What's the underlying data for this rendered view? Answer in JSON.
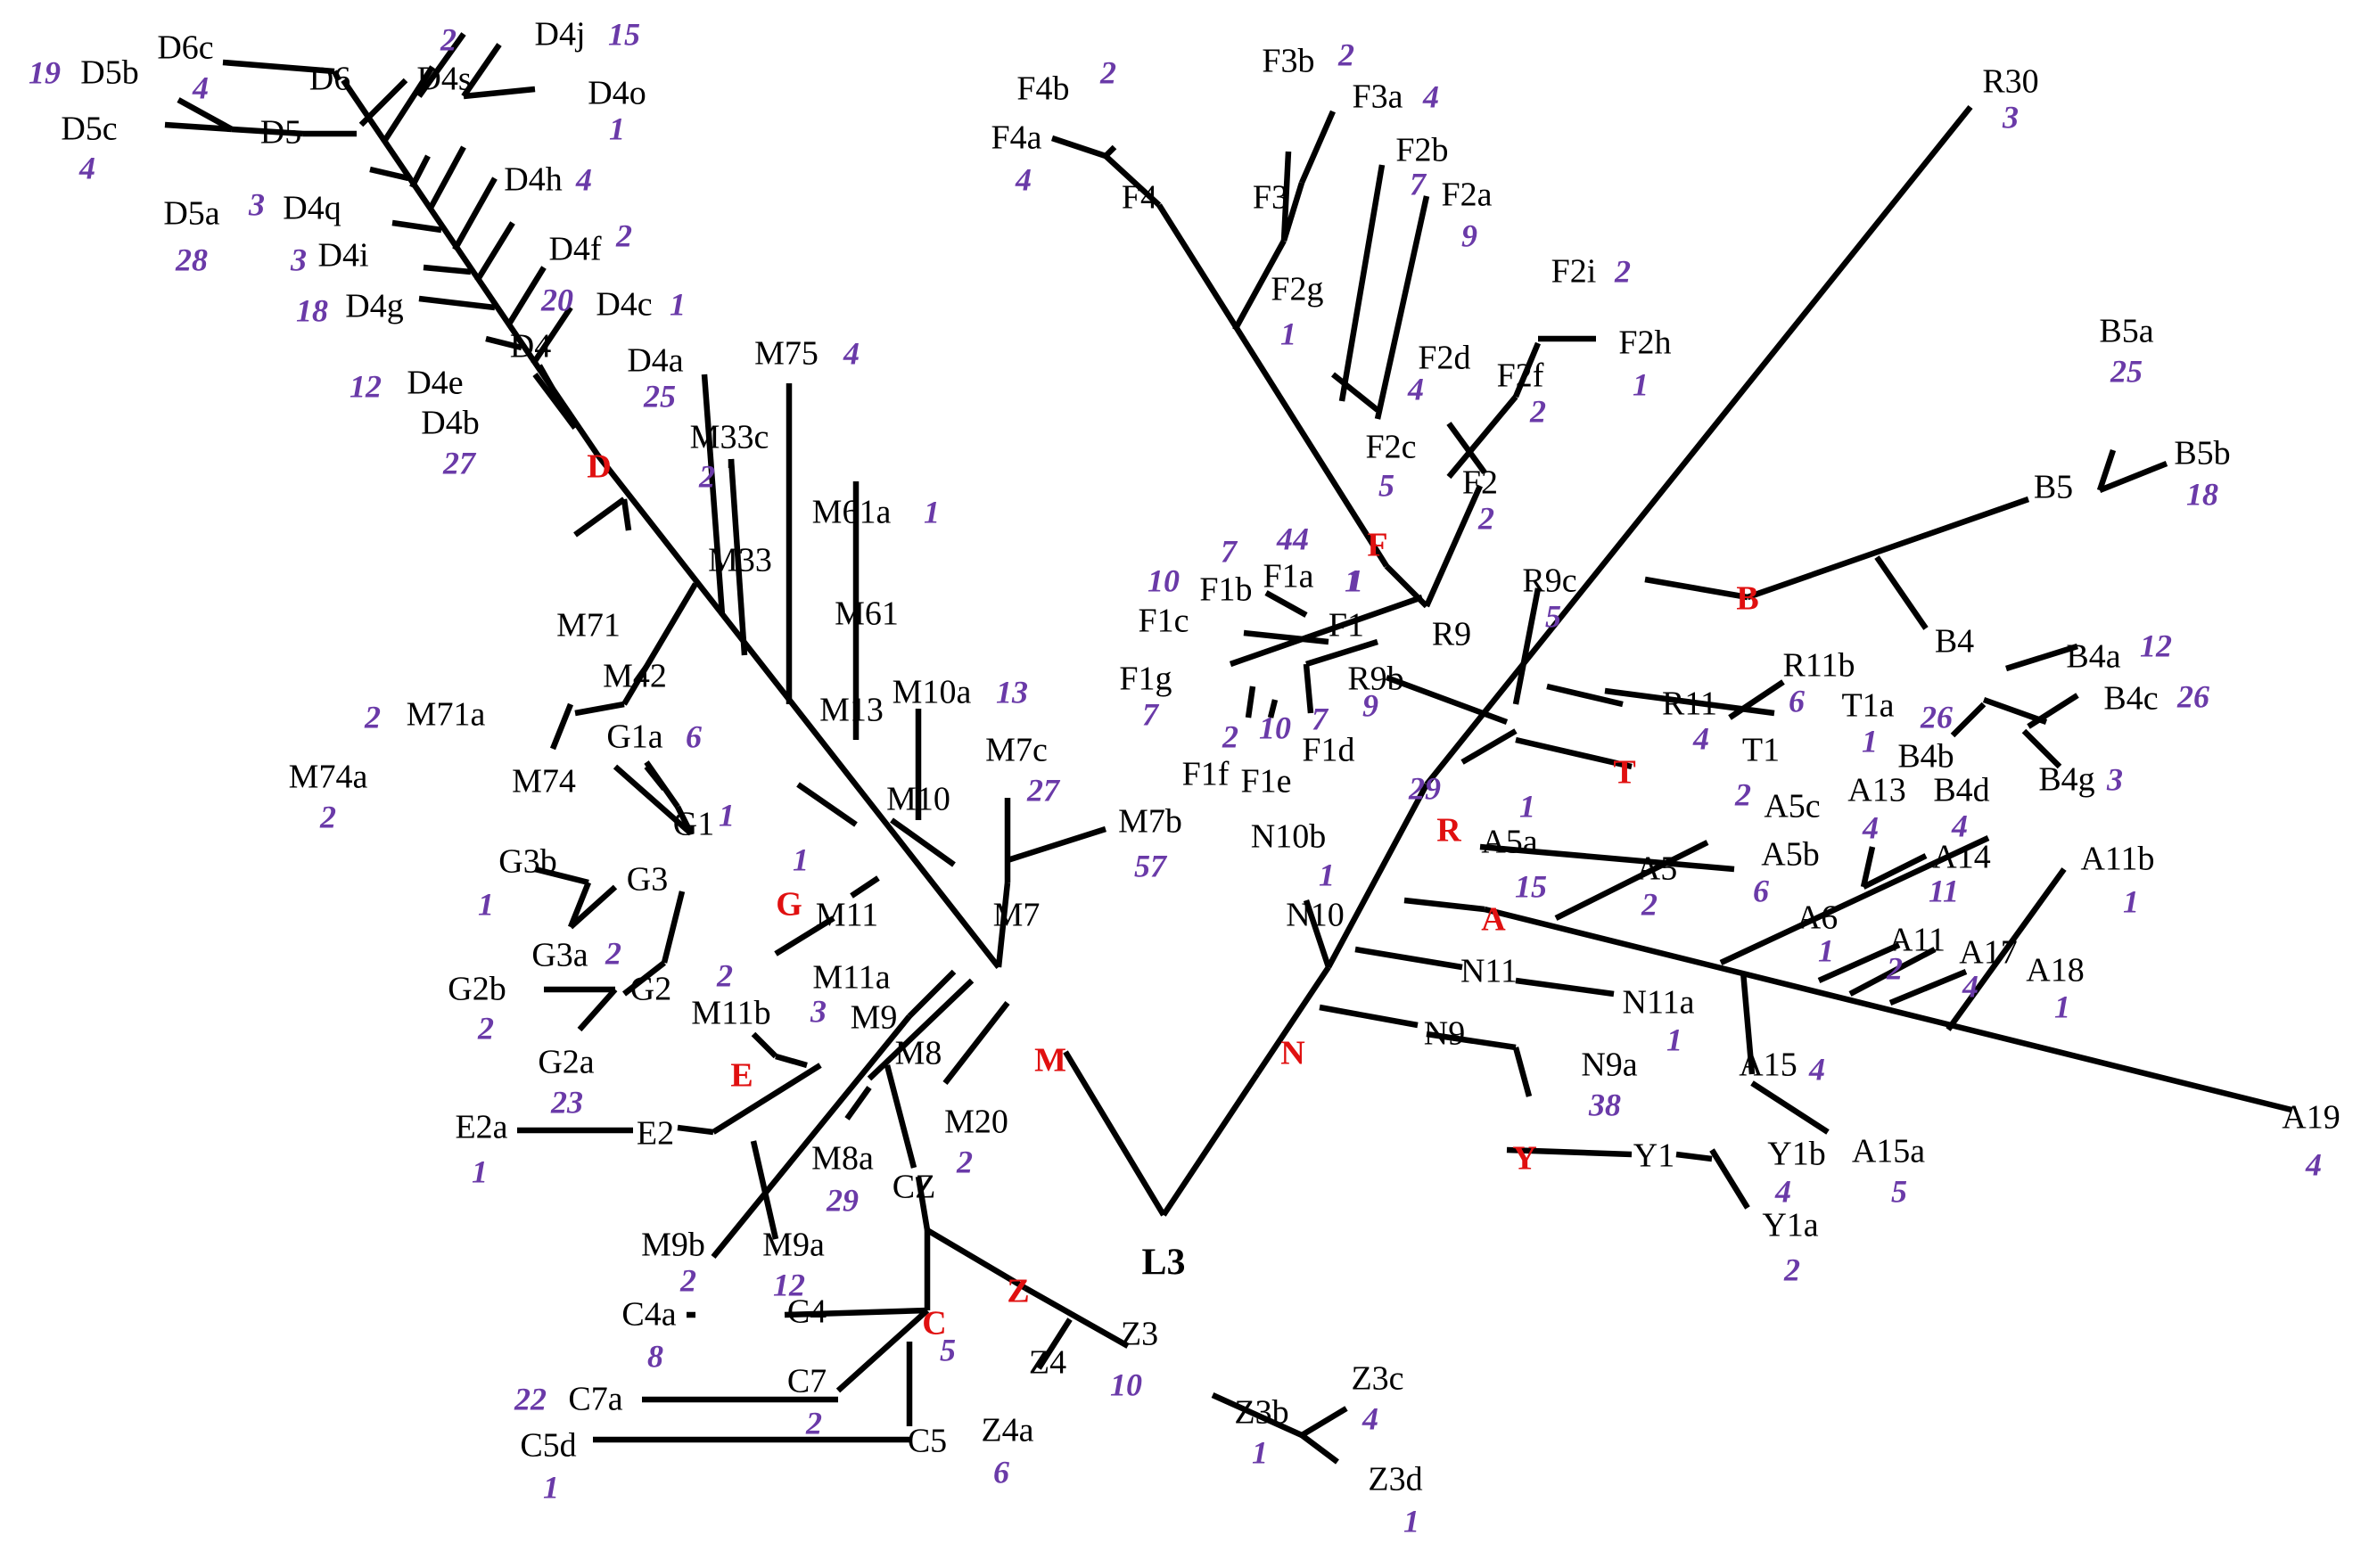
{
  "colors": {
    "edge": "#000000",
    "major_haplogroup_label": "#e01010",
    "label": "#000000",
    "count": "#6a3aa8"
  },
  "nodes": [
    {
      "id": "L3",
      "label": "L3",
      "type": "root"
    },
    {
      "id": "M",
      "label": "M",
      "type": "major"
    },
    {
      "id": "N",
      "label": "N",
      "type": "major"
    },
    {
      "id": "R",
      "label": "R",
      "type": "major"
    },
    {
      "id": "D",
      "label": "D",
      "type": "major"
    },
    {
      "id": "G",
      "label": "G",
      "type": "major"
    },
    {
      "id": "E",
      "label": "E",
      "type": "major"
    },
    {
      "id": "C",
      "label": "C",
      "type": "major"
    },
    {
      "id": "Z",
      "label": "Z",
      "type": "major"
    },
    {
      "id": "F",
      "label": "F",
      "type": "major"
    },
    {
      "id": "B",
      "label": "B",
      "type": "major"
    },
    {
      "id": "T",
      "label": "T",
      "type": "major"
    },
    {
      "id": "A",
      "label": "A",
      "type": "major"
    },
    {
      "id": "Y",
      "label": "Y",
      "type": "major"
    },
    {
      "id": "D4",
      "label": "D4",
      "count": "20"
    },
    {
      "id": "D4a",
      "label": "D4a",
      "count": "25"
    },
    {
      "id": "D4b",
      "label": "D4b",
      "count": "27"
    },
    {
      "id": "D4c",
      "label": "D4c",
      "count": "1"
    },
    {
      "id": "D4e",
      "label": "D4e",
      "count": "12"
    },
    {
      "id": "D4f",
      "label": "D4f",
      "count": "2"
    },
    {
      "id": "D4g",
      "label": "D4g",
      "count": "18"
    },
    {
      "id": "D4h",
      "label": "D4h",
      "count": "4"
    },
    {
      "id": "D4i",
      "label": "D4i",
      "count": "3"
    },
    {
      "id": "D4q",
      "label": "D4q",
      "count": "3"
    },
    {
      "id": "D4o",
      "label": "D4o",
      "count": "1"
    },
    {
      "id": "D4j",
      "label": "D4j",
      "count": "15"
    },
    {
      "id": "D4s",
      "label": "D4s",
      "count": "2"
    },
    {
      "id": "D5",
      "label": "D5"
    },
    {
      "id": "D5a",
      "label": "D5a",
      "count": "28"
    },
    {
      "id": "D5b",
      "label": "D5b",
      "count": "19"
    },
    {
      "id": "D5c",
      "label": "D5c",
      "count": "4"
    },
    {
      "id": "D6",
      "label": "D6"
    },
    {
      "id": "D6c",
      "label": "D6c",
      "count": "4"
    },
    {
      "id": "M75",
      "label": "M75",
      "count": "4"
    },
    {
      "id": "M33c",
      "label": "M33c",
      "count": "2"
    },
    {
      "id": "M33",
      "label": "M33"
    },
    {
      "id": "M61a",
      "label": "M61a",
      "count": "1"
    },
    {
      "id": "M61",
      "label": "M61"
    },
    {
      "id": "M13",
      "label": "M13"
    },
    {
      "id": "M71",
      "label": "M71"
    },
    {
      "id": "M71a",
      "label": "M71a",
      "count": "2"
    },
    {
      "id": "M42",
      "label": "M42"
    },
    {
      "id": "M74",
      "label": "M74"
    },
    {
      "id": "M74a",
      "label": "M74a",
      "count": "2"
    },
    {
      "id": "M10a",
      "label": "M10a",
      "count": "13"
    },
    {
      "id": "M10",
      "label": "M10"
    },
    {
      "id": "M11",
      "label": "M11"
    },
    {
      "id": "M11a",
      "label": "M11a",
      "count": "3"
    },
    {
      "id": "M11b",
      "label": "M11b",
      "count": "2"
    },
    {
      "id": "M7c",
      "label": "M7c",
      "count": "27"
    },
    {
      "id": "M7b",
      "label": "M7b",
      "count": "57"
    },
    {
      "id": "M7",
      "label": "M7"
    },
    {
      "id": "M9",
      "label": "M9"
    },
    {
      "id": "M9a",
      "label": "M9a",
      "count": "12"
    },
    {
      "id": "M9b",
      "label": "M9b",
      "count": "2"
    },
    {
      "id": "M8",
      "label": "M8"
    },
    {
      "id": "M8a",
      "label": "M8a",
      "count": "29"
    },
    {
      "id": "M20",
      "label": "M20",
      "count": "2"
    },
    {
      "id": "CZ",
      "label": "CZ"
    },
    {
      "id": "G1a",
      "label": "G1a",
      "count": "6"
    },
    {
      "id": "G1",
      "label": "G1",
      "count": "1"
    },
    {
      "id": "G3",
      "label": "G3"
    },
    {
      "id": "G3b",
      "label": "G3b",
      "count": "1"
    },
    {
      "id": "G3a",
      "label": "G3a",
      "count": "2"
    },
    {
      "id": "G2",
      "label": "G2"
    },
    {
      "id": "G2b",
      "label": "G2b",
      "count": "2"
    },
    {
      "id": "G2a",
      "label": "G2a",
      "count": "23"
    },
    {
      "id": "E2",
      "label": "E2"
    },
    {
      "id": "E2a",
      "label": "E2a",
      "count": "1"
    },
    {
      "id": "C4",
      "label": "C4"
    },
    {
      "id": "C4a",
      "label": "C4a",
      "count": "8"
    },
    {
      "id": "C7",
      "label": "C7",
      "count": "2"
    },
    {
      "id": "C7a",
      "label": "C7a",
      "count": "22"
    },
    {
      "id": "C5",
      "label": "C5"
    },
    {
      "id": "C5d",
      "label": "C5d",
      "count": "1"
    },
    {
      "id": "Z4",
      "label": "Z4"
    },
    {
      "id": "Z4a",
      "label": "Z4a",
      "count": "6"
    },
    {
      "id": "Z3",
      "label": "Z3",
      "count": "10"
    },
    {
      "id": "Z3b",
      "label": "Z3b",
      "count": "1"
    },
    {
      "id": "Z3c",
      "label": "Z3c",
      "count": "4"
    },
    {
      "id": "Z3d",
      "label": "Z3d",
      "count": "1"
    },
    {
      "id": "F4",
      "label": "F4"
    },
    {
      "id": "F4a",
      "label": "F4a",
      "count": "4"
    },
    {
      "id": "F4b",
      "label": "F4b",
      "count": "2"
    },
    {
      "id": "F3",
      "label": "F3"
    },
    {
      "id": "F3a",
      "label": "F3a",
      "count": "4"
    },
    {
      "id": "F3b",
      "label": "F3b",
      "count": "2"
    },
    {
      "id": "F2b",
      "label": "F2b",
      "count": "7"
    },
    {
      "id": "F2a",
      "label": "F2a",
      "count": "9"
    },
    {
      "id": "F2g",
      "label": "F2g",
      "count": "1"
    },
    {
      "id": "F2i",
      "label": "F2i",
      "count": "2"
    },
    {
      "id": "F2h",
      "label": "F2h",
      "count": "1"
    },
    {
      "id": "F2d",
      "label": "F2d",
      "count": "4"
    },
    {
      "id": "F2f",
      "label": "F2f",
      "count": "2"
    },
    {
      "id": "F2c",
      "label": "F2c",
      "count": "5"
    },
    {
      "id": "F2",
      "label": "F2",
      "count": "2"
    },
    {
      "id": "F1",
      "label": "F1",
      "count": "1"
    },
    {
      "id": "F1a",
      "label": "F1a",
      "count": "44"
    },
    {
      "id": "F1b",
      "label": "F1b",
      "count": "7"
    },
    {
      "id": "F1c",
      "label": "F1c",
      "count": "10"
    },
    {
      "id": "F1g",
      "label": "F1g",
      "count": "7"
    },
    {
      "id": "F1f",
      "label": "F1f",
      "count": "2"
    },
    {
      "id": "F1e",
      "label": "F1e",
      "count": "10"
    },
    {
      "id": "F1d",
      "label": "F1d",
      "count": "7"
    },
    {
      "id": "R30",
      "label": "R30",
      "count": "3"
    },
    {
      "id": "R9",
      "label": "R9"
    },
    {
      "id": "R9c",
      "label": "R9c",
      "count": "5"
    },
    {
      "id": "R9b",
      "label": "R9b",
      "count": "9"
    },
    {
      "id": "R11",
      "label": "R11",
      "count": "4"
    },
    {
      "id": "R11b",
      "label": "R11b",
      "count": "6"
    },
    {
      "id": "T1",
      "label": "T1"
    },
    {
      "id": "T1a",
      "label": "T1a",
      "count": "1"
    },
    {
      "id": "B5",
      "label": "B5"
    },
    {
      "id": "B5a",
      "label": "B5a",
      "count": "25"
    },
    {
      "id": "B5b",
      "label": "B5b",
      "count": "18"
    },
    {
      "id": "B4",
      "label": "B4"
    },
    {
      "id": "B4a",
      "label": "B4a",
      "count": "12"
    },
    {
      "id": "B4c",
      "label": "B4c",
      "count": "26"
    },
    {
      "id": "B4b",
      "label": "B4b",
      "count": "26"
    },
    {
      "id": "B4d",
      "label": "B4d",
      "count": "4"
    },
    {
      "id": "B4g",
      "label": "B4g",
      "count": "3"
    },
    {
      "id": "A5a",
      "label": "A5a",
      "count": "15"
    },
    {
      "id": "A5c",
      "label": "A5c",
      "count": "2"
    },
    {
      "id": "A5",
      "label": "A5",
      "count": "2"
    },
    {
      "id": "A5b",
      "label": "A5b",
      "count": "6"
    },
    {
      "id": "A13",
      "label": "A13",
      "count": "4"
    },
    {
      "id": "A14",
      "label": "A14",
      "count": "11"
    },
    {
      "id": "A6",
      "label": "A6",
      "count": "1"
    },
    {
      "id": "A11b",
      "label": "A11b",
      "count": "1"
    },
    {
      "id": "A11",
      "label": "A11",
      "count": "2"
    },
    {
      "id": "A17",
      "label": "A17",
      "count": "4"
    },
    {
      "id": "A18",
      "label": "A18",
      "count": "1"
    },
    {
      "id": "A19",
      "label": "A19",
      "count": "4"
    },
    {
      "id": "A15",
      "label": "A15",
      "count": "4"
    },
    {
      "id": "A15a",
      "label": "A15a",
      "count": "5"
    },
    {
      "id": "N10b",
      "label": "N10b",
      "count": "1"
    },
    {
      "id": "N10",
      "label": "N10"
    },
    {
      "id": "N11",
      "label": "N11"
    },
    {
      "id": "N11a",
      "label": "N11a",
      "count": "1"
    },
    {
      "id": "N9",
      "label": "N9"
    },
    {
      "id": "N9a",
      "label": "N9a",
      "count": "38"
    },
    {
      "id": "Y1",
      "label": "Y1"
    },
    {
      "id": "Y1b",
      "label": "Y1b",
      "count": "4"
    },
    {
      "id": "Y1a",
      "label": "Y1a",
      "count": "2"
    }
  ],
  "extra_counts": [
    {
      "id": "D_root",
      "count": "29"
    },
    {
      "id": "R_root",
      "count": "1"
    },
    {
      "id": "G_root",
      "count": "1"
    },
    {
      "id": "C_root",
      "count": "5"
    },
    {
      "id": "M_root",
      "count": "1"
    }
  ]
}
